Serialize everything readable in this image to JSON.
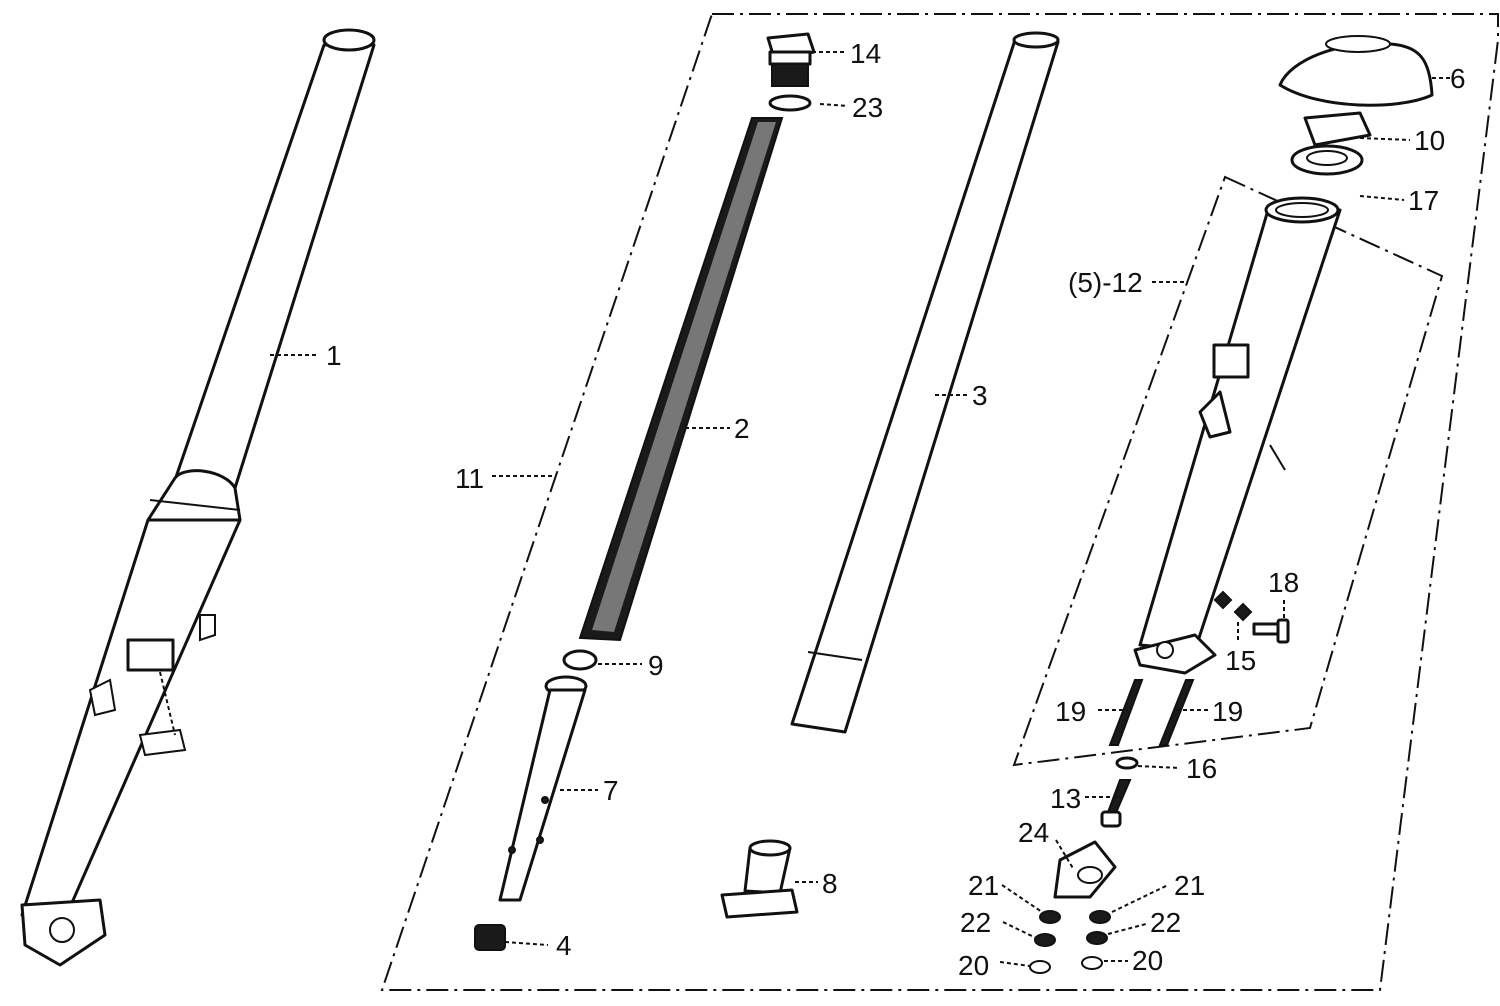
{
  "callouts": {
    "c1": "1",
    "c2": "2",
    "c3": "3",
    "c4": "4",
    "c6": "6",
    "c7": "7",
    "c8": "8",
    "c9": "9",
    "c10": "10",
    "c11": "11",
    "c12": "(5)-12",
    "c13": "13",
    "c14": "14",
    "c15": "15",
    "c16": "16",
    "c17": "17",
    "c18": "18",
    "c19a": "19",
    "c19b": "19",
    "c20a": "20",
    "c20b": "20",
    "c21a": "21",
    "c21b": "21",
    "c22a": "22",
    "c22b": "22",
    "c23": "23",
    "c24": "24"
  },
  "colors": {
    "ink": "#111111",
    "paper": "#ffffff"
  }
}
